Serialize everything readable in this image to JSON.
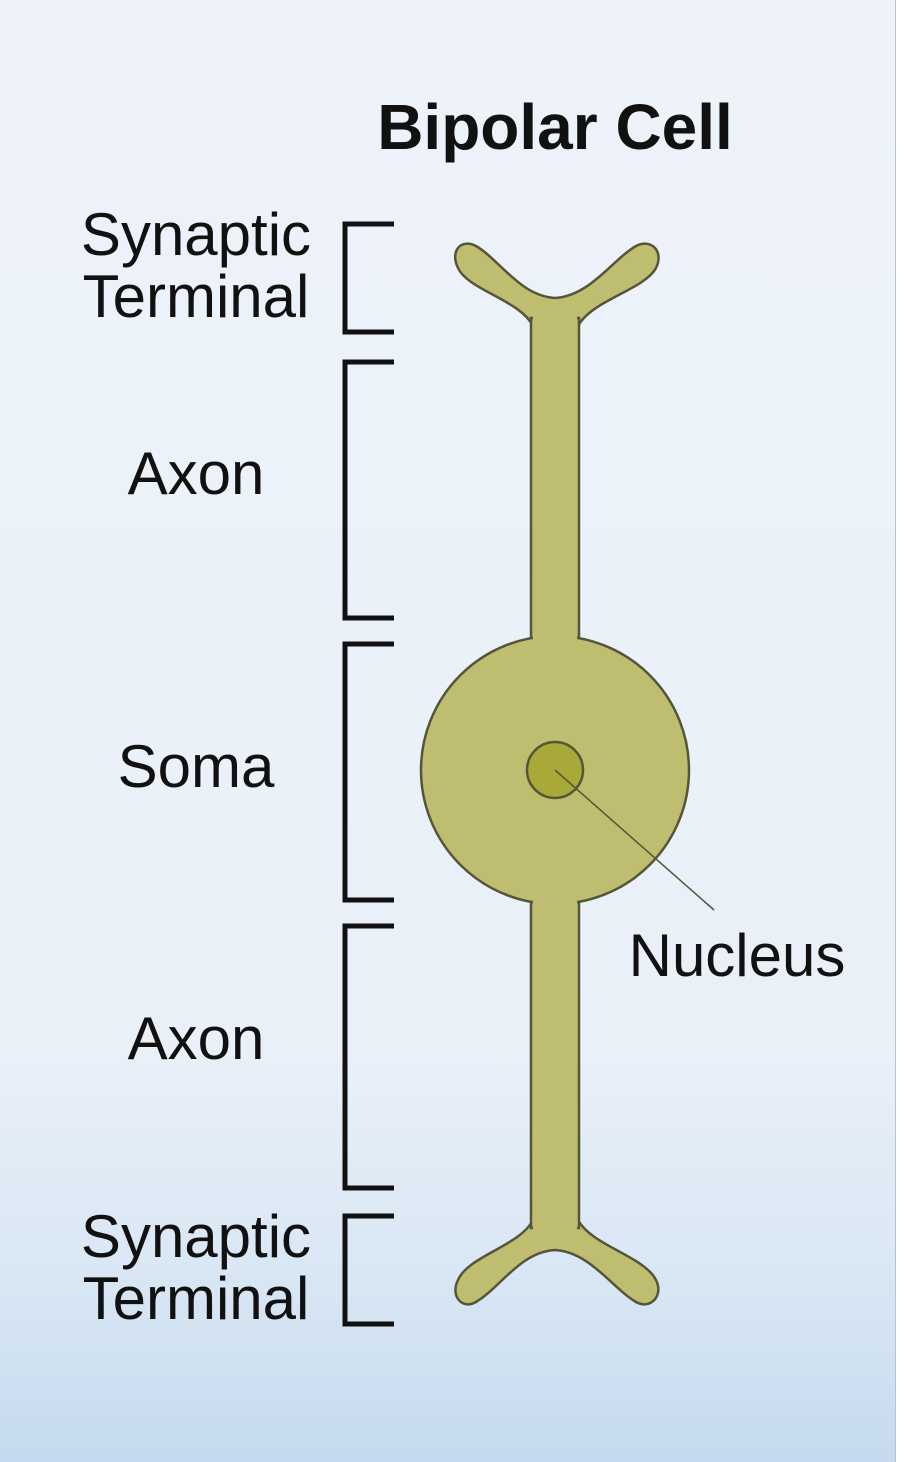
{
  "title": "Bipolar Cell",
  "labels": {
    "top_terminal": {
      "line1": "Synaptic",
      "line2": "Terminal"
    },
    "upper_axon": "Axon",
    "soma": "Soma",
    "lower_axon": "Axon",
    "bottom_terminal": {
      "line1": "Synaptic",
      "line2": "Terminal"
    },
    "nucleus": "Nucleus"
  },
  "colors": {
    "cell_fill": "#bfbd6f",
    "nucleus_fill": "#a9a93a",
    "outline": "#55553a",
    "bracket": "#111111",
    "text": "#111111"
  }
}
